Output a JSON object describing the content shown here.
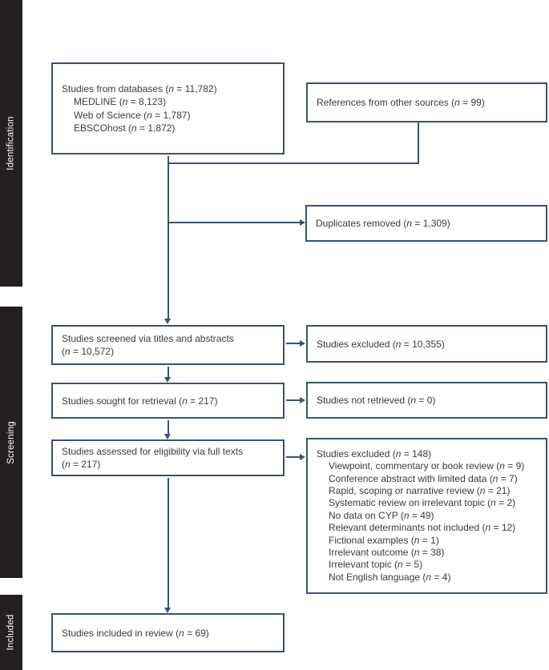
{
  "colors": {
    "box_border": "#3d5170",
    "connector": "#3d5170",
    "stage_bar": "#231f20",
    "stage_text": "#ffffff",
    "box_text": "#3a3a3a"
  },
  "stages": [
    {
      "label": "Identification"
    },
    {
      "label": "Screening"
    },
    {
      "label": "Included"
    }
  ],
  "boxes": {
    "databases": {
      "lines": [
        {
          "text": "Studies from databases (n = 11,782)",
          "indent": 0
        },
        {
          "text": "MEDLINE (n = 8,123)",
          "indent": 1
        },
        {
          "text": "Web of Science (n = 1,787)",
          "indent": 1
        },
        {
          "text": "EBSCOhost (n = 1,872)",
          "indent": 1
        }
      ]
    },
    "other_references": {
      "lines": [
        {
          "text": "References from other sources (n = 99)",
          "indent": 0
        }
      ]
    },
    "duplicates_removed": {
      "lines": [
        {
          "text": "Duplicates removed (n = 1,309)",
          "indent": 0
        }
      ]
    },
    "screened": {
      "lines": [
        {
          "text": "Studies screened via titles and abstracts (n = 10,572)",
          "indent": 0
        }
      ]
    },
    "excluded_screening": {
      "lines": [
        {
          "text": "Studies excluded (n = 10,355)",
          "indent": 0
        }
      ]
    },
    "sought": {
      "lines": [
        {
          "text": "Studies sought for retrieval (n = 217)",
          "indent": 0
        }
      ]
    },
    "not_retrieved": {
      "lines": [
        {
          "text": "Studies not retrieved (n = 0)",
          "indent": 0
        }
      ]
    },
    "assessed": {
      "lines": [
        {
          "text": "Studies assessed for eligibility via full texts (n = 217)",
          "indent": 0
        }
      ]
    },
    "excluded_fulltext": {
      "lines": [
        {
          "text": "Studies excluded (n = 148)",
          "indent": 0
        },
        {
          "text": "Viewpoint, commentary or book review (n = 9)",
          "indent": 1
        },
        {
          "text": "Conference abstract with limited data (n = 7)",
          "indent": 1
        },
        {
          "text": "Rapid, scoping or narrative review (n = 21)",
          "indent": 1
        },
        {
          "text": "Systematic review on irrelevant topic (n = 2)",
          "indent": 1
        },
        {
          "text": "No data on CYP (n = 49)",
          "indent": 1
        },
        {
          "text": "Relevant determinants not included (n = 12)",
          "indent": 1
        },
        {
          "text": "Fictional examples (n = 1)",
          "indent": 1
        },
        {
          "text": "Irrelevant outcome (n = 38)",
          "indent": 1
        },
        {
          "text": "Irrelevant topic (n = 5)",
          "indent": 1
        },
        {
          "text": "Not English language (n = 4)",
          "indent": 1
        }
      ]
    },
    "included_review": {
      "lines": [
        {
          "text": "Studies included in review (n = 69)",
          "indent": 0
        }
      ]
    }
  }
}
